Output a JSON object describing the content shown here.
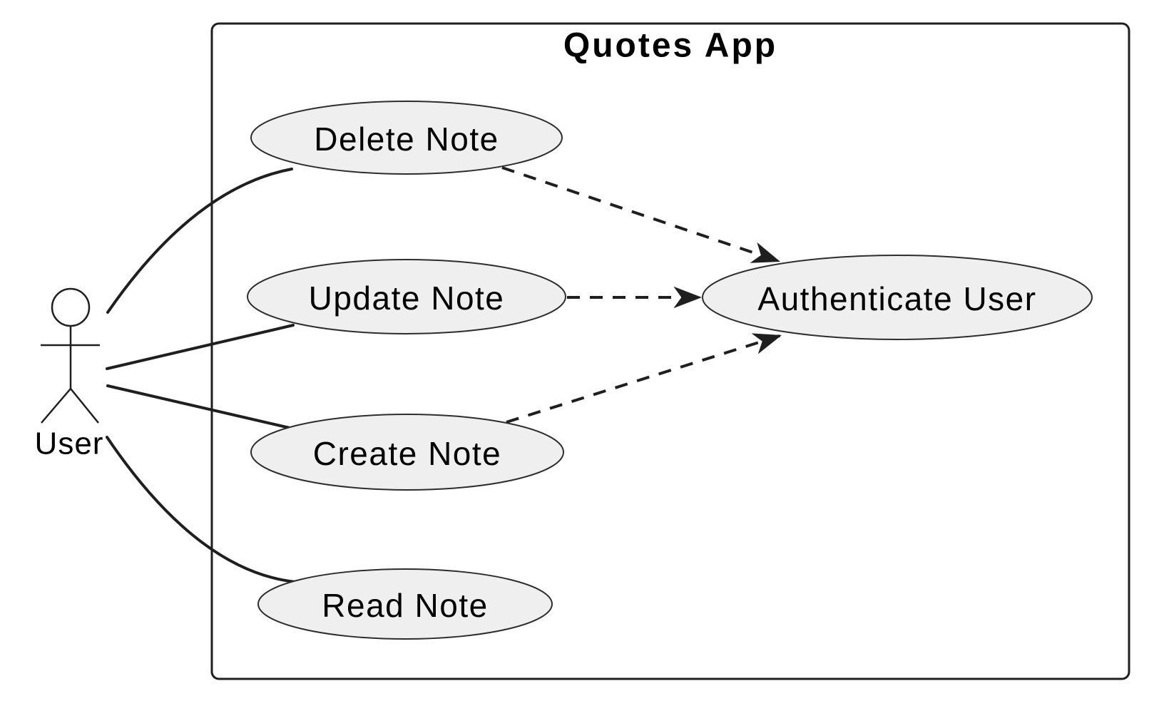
{
  "diagram": {
    "type": "uml-use-case-diagram",
    "system": {
      "title": "Quotes App"
    },
    "actor": {
      "label": "User"
    },
    "use_cases": [
      {
        "id": "delete-note",
        "label": "Delete Note"
      },
      {
        "id": "update-note",
        "label": "Update Note"
      },
      {
        "id": "create-note",
        "label": "Create Note"
      },
      {
        "id": "read-note",
        "label": "Read Note"
      },
      {
        "id": "authenticate-user",
        "label": "Authenticate User"
      }
    ],
    "associations": [
      {
        "from": "User",
        "to": "Delete Note",
        "style": "solid"
      },
      {
        "from": "User",
        "to": "Update Note",
        "style": "solid"
      },
      {
        "from": "User",
        "to": "Create Note",
        "style": "solid"
      },
      {
        "from": "User",
        "to": "Read Note",
        "style": "solid"
      },
      {
        "from": "Delete Note",
        "to": "Authenticate User",
        "style": "dashed-arrow"
      },
      {
        "from": "Update Note",
        "to": "Authenticate User",
        "style": "dashed-arrow"
      },
      {
        "from": "Create Note",
        "to": "Authenticate User",
        "style": "dashed-arrow"
      }
    ],
    "colors": {
      "background": "#ffffff",
      "node_fill": "#efefef",
      "node_stroke": "#2d2d2d",
      "line": "#1f1f1f",
      "text": "#000000"
    }
  }
}
